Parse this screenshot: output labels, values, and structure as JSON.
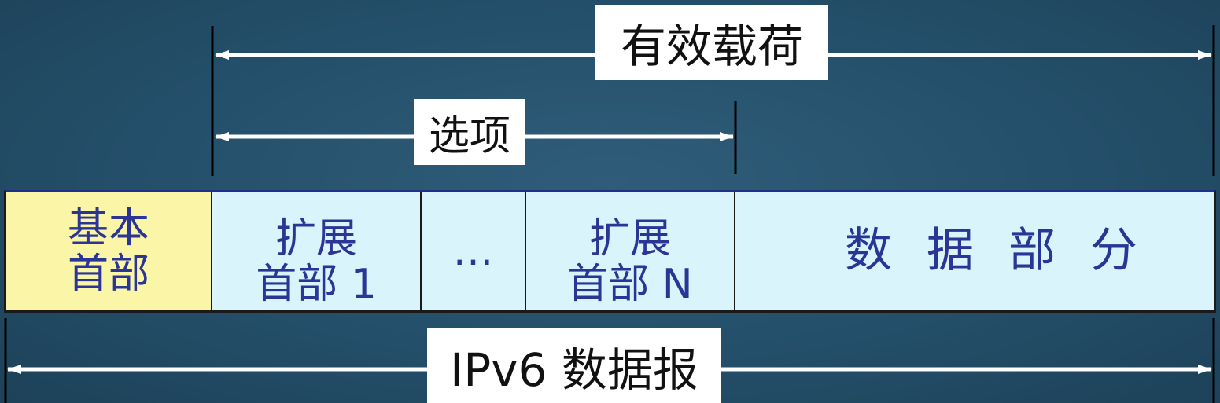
{
  "diagram": {
    "payload_label": "有效载荷",
    "options_label": "选项",
    "datagram_label": "IPv6 数据报",
    "cells": {
      "base_header": {
        "line1": "基本",
        "line2": "首部"
      },
      "extension_header_1": {
        "line1": "扩展",
        "line2": "首部 1"
      },
      "ellipsis": "…",
      "extension_header_n": {
        "line1": "扩展",
        "line2": "首部 N"
      },
      "data_part": "数据部分"
    },
    "colors": {
      "background": "#2a5672",
      "base_header_fill": "#fbf6a7",
      "other_cells_fill": "#d9f4fb",
      "cell_text": "#2a3596",
      "arrow_line": "#ffffff",
      "label_box": "#ffffff"
    }
  }
}
